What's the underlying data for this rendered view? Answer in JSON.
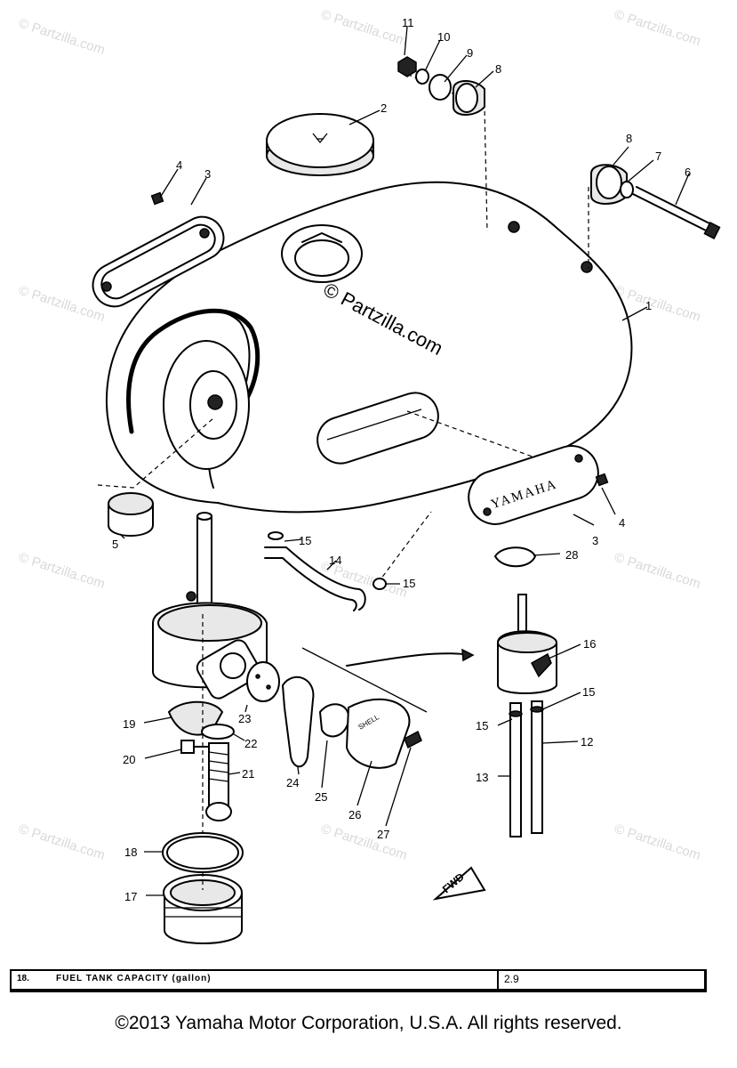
{
  "watermark": "© Partzilla.com",
  "watermark_small": "© Partzilla.com",
  "brand_plate_text": "YAMAHA",
  "fwd_label": "FWD",
  "petcock_label": "SHELL",
  "callouts": {
    "n1": "1",
    "n2": "2",
    "n3a": "3",
    "n3b": "3",
    "n4a": "4",
    "n4b": "4",
    "n5": "5",
    "n6": "6",
    "n7": "7",
    "n8a": "8",
    "n8b": "8",
    "n9": "9",
    "n10": "10",
    "n11": "11",
    "n12": "12",
    "n13": "13",
    "n14": "14",
    "n15a": "15",
    "n15b": "15",
    "n15c": "15",
    "n15d": "15",
    "n16": "16",
    "n17": "17",
    "n18": "18",
    "n19": "19",
    "n20": "20",
    "n21": "21",
    "n22": "22",
    "n23": "23",
    "n24": "24",
    "n25": "25",
    "n26": "26",
    "n27": "27",
    "n28": "28"
  },
  "spec_table": {
    "row_number": "18.",
    "description": "FUEL TANK CAPACITY (gallon)",
    "value": "2.9"
  },
  "copyright": "©2013 Yamaha Motor Corporation, U.S.A. All rights reserved."
}
